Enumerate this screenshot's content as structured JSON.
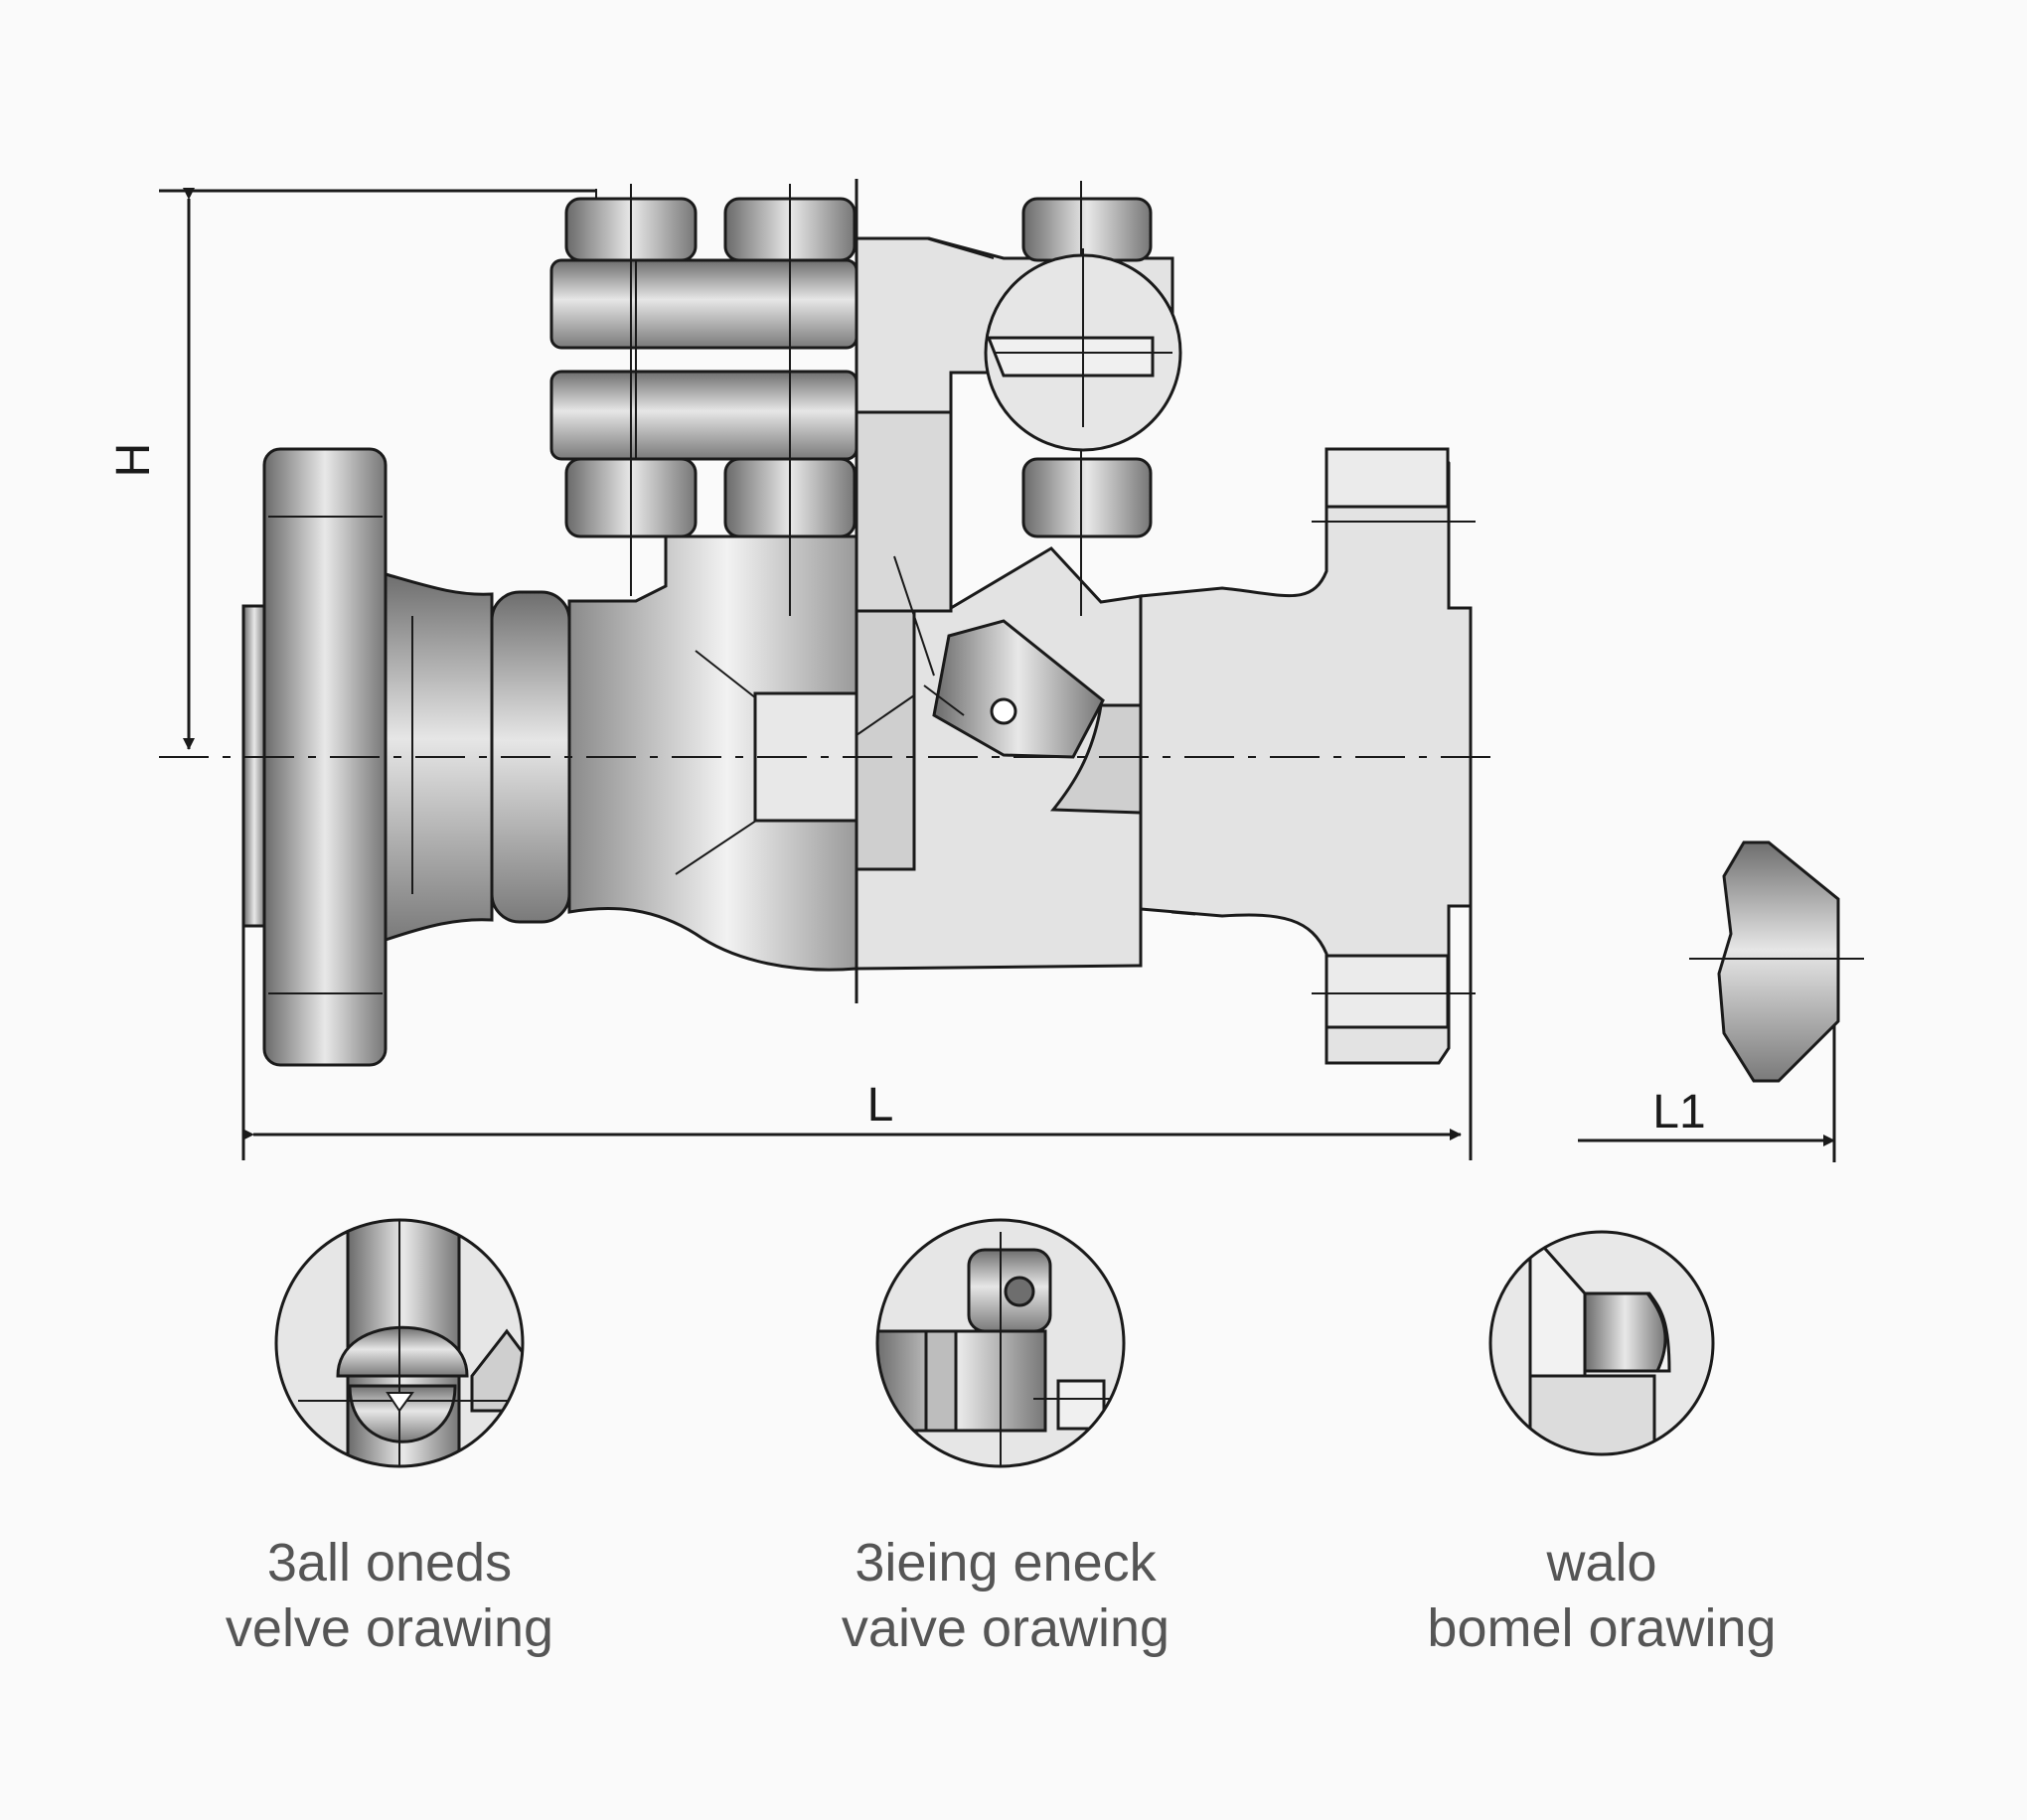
{
  "dimensions": {
    "height_label": "H",
    "length_label": "L",
    "length1_label": "L1"
  },
  "details": [
    {
      "line1": "3all oneds",
      "line2": "velve orawing"
    },
    {
      "line1": "3ieing eneck",
      "line2": "vaive orawing"
    },
    {
      "line1": "walo",
      "line2": "bomel orawing"
    }
  ],
  "colors": {
    "outline": "#1a1a1a",
    "metal_dark": "#6e6e6e",
    "metal_mid": "#a9a9a9",
    "metal_light": "#e6e6e6",
    "section_fill": "#e3e3e3",
    "caption_text": "#555555"
  }
}
